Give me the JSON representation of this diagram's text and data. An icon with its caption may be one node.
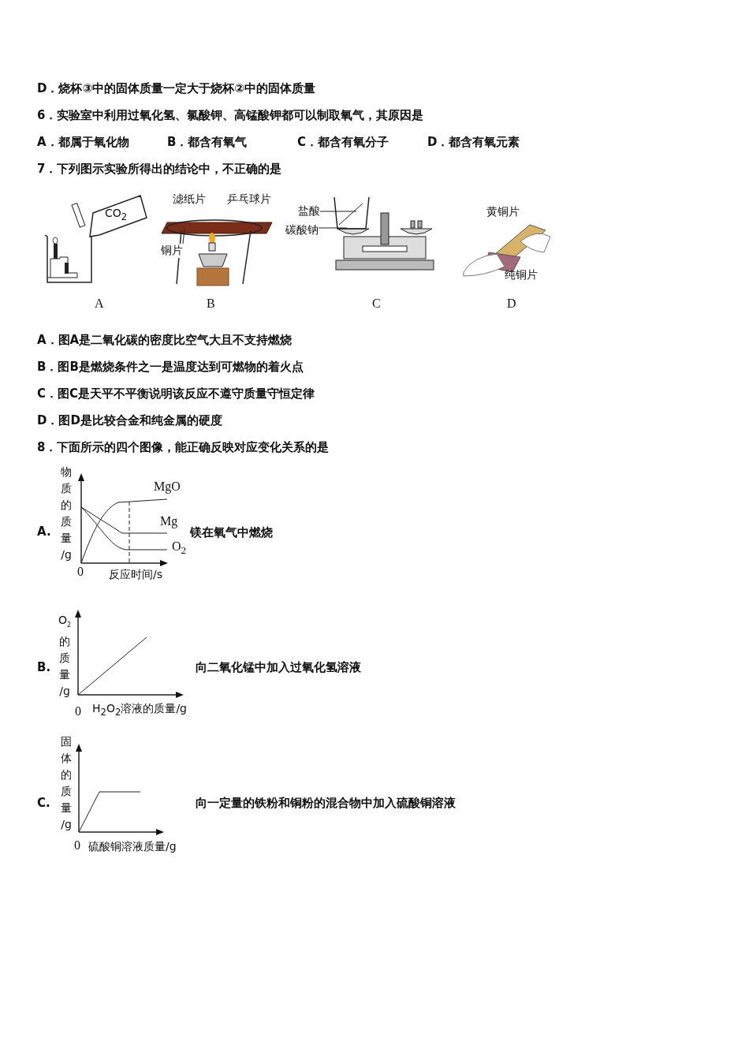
{
  "diagram": {
    "nodes": [
      {
        "text": [
          "铜片"
        ]
      },
      {
        "text": [
          "盐酸"
        ]
      },
      {
        "text": [
          "碳酸钠"
        ]
      }
    ],
    "edges": [
      {
        "from": 0,
        "to": null,
        "arrow": "none"
      },
      {
        "from": 1,
        "to": null,
        "arrow": "none"
      },
      {
        "from": 2,
        "to": null,
        "arrow": "none"
      }
    ],
    "labels": [
      "D．烧杯③中的固体质量一定大于烧杯②中的固体质量",
      "6．实验室中利用过氧化氢、氯酸钾、高锰酸钾都可以制取氧气，其原因是",
      "A．都属于氧化物",
      "B．都含有氧气",
      "C．都含有氧分子",
      "D．都含有氧元素",
      "7．下列图示实验所得出的结论中，不正确的是",
      "CO$_{2}$",
      "滤纸片",
      "乒乓球片",
      "黄铜片",
      "纯铜片",
      "A",
      "B",
      "C",
      "D",
      "A．图A是二氧化碳的密度比空气大且不支持燃烧",
      "B．图B是燃烧条件之一是温度达到可燃物的着火点",
      "C．图C是天平不平衡说明该反应不遵守质量守恒定律",
      "D．图D是比较合金和纯金属的硬度",
      "8．下面所示的四个图像，能正确反映对应变化关系的是",
      "物质的质量/g",
      "MgO",
      "A.",
      "Mg",
      "镁在氧气中燃烧",
      "O$_{2}$",
      "0",
      "反应时间/s",
      "O$_{2}$的质量/g",
      "B.",
      "向二氧化锰中加入过氧化氢溶液",
      "0",
      "H$_{2}$O$_{2}$溶液的质量/g",
      "固体的质量/g",
      "C.",
      "向一定量的铁粉和铜粉的混合物中加入硫酸铜溶液",
      "0",
      "硫酸铜溶液质量/g"
    ]
  }
}
